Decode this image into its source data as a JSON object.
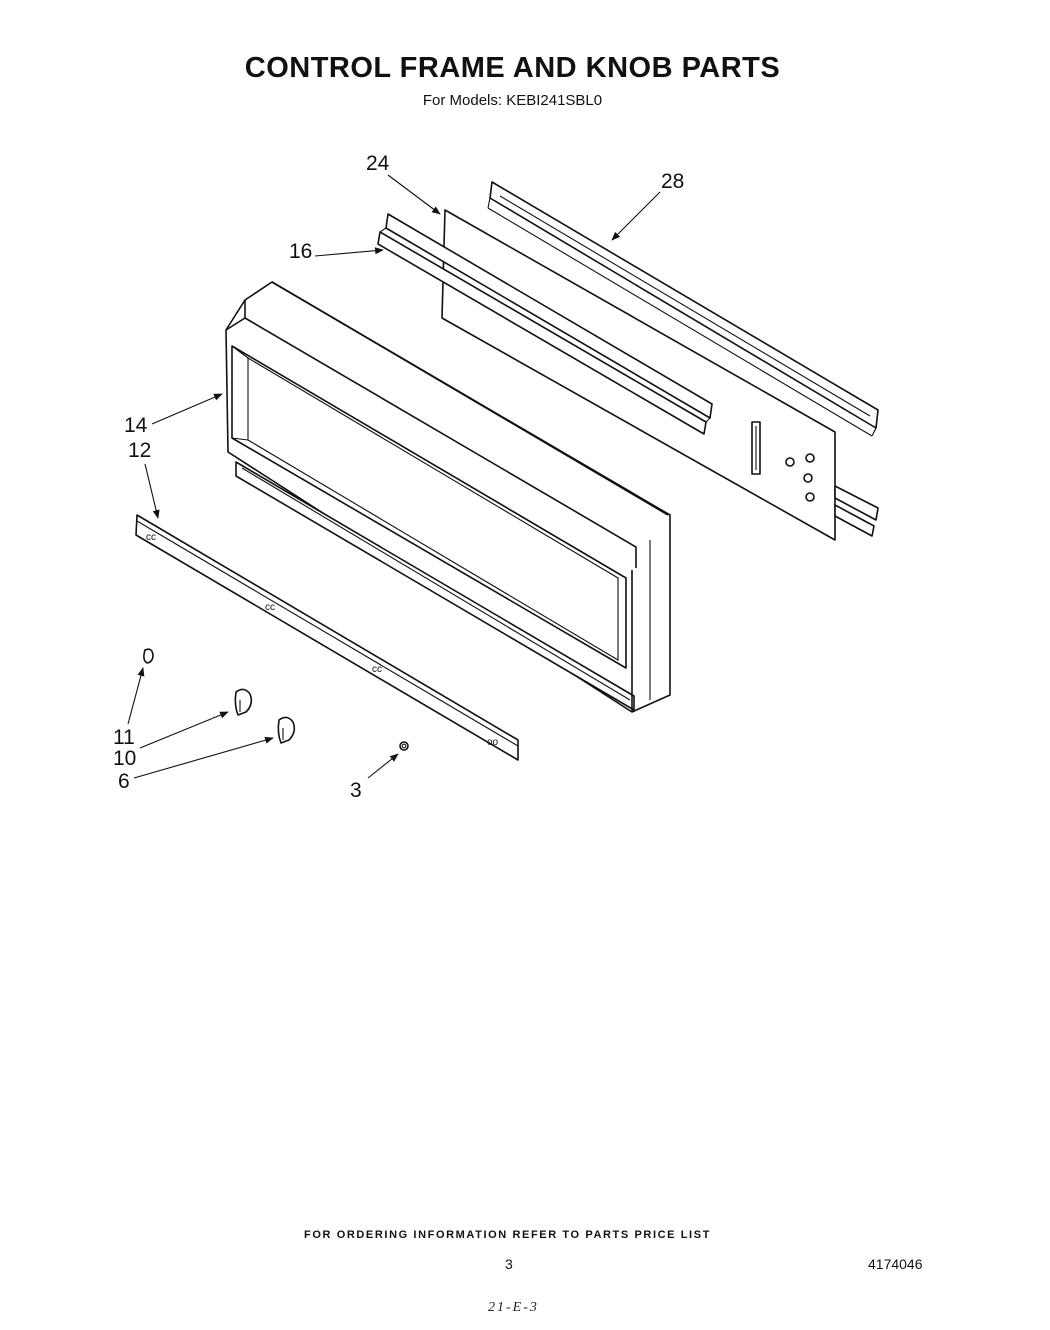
{
  "header": {
    "title": "CONTROL FRAME AND KNOB PARTS",
    "subtitle": "For Models: KEBI241SBL0"
  },
  "callouts": [
    {
      "id": "c24",
      "label": "24"
    },
    {
      "id": "c28",
      "label": "28"
    },
    {
      "id": "c16",
      "label": "16"
    },
    {
      "id": "c14",
      "label": "14"
    },
    {
      "id": "c12",
      "label": "12"
    },
    {
      "id": "c11",
      "label": "11"
    },
    {
      "id": "c10",
      "label": "10"
    },
    {
      "id": "c6",
      "label": "6"
    },
    {
      "id": "c3",
      "label": "3"
    }
  ],
  "footer": {
    "note": "FOR ORDERING INFORMATION REFER TO PARTS PRICE LIST",
    "page_number": "3",
    "document_number": "4174046",
    "handwritten_code": "21-E-3"
  }
}
